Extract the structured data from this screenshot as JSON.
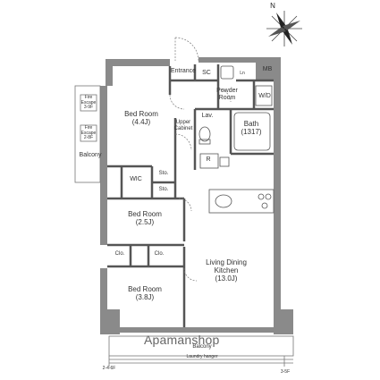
{
  "rooms": {
    "bed_room_1": {
      "name": "Bed Room",
      "size": "(4.4J)"
    },
    "bed_room_2": {
      "name": "Bed Room",
      "size": "(2.5J)"
    },
    "bed_room_3": {
      "name": "Bed Room",
      "size": "(3.8J)"
    },
    "ldk": {
      "name_line1": "Living Dining",
      "name_line2": "Kitchen",
      "size": "(13.0J)"
    },
    "bath": {
      "name": "Bath",
      "size": "(1317)"
    },
    "powder_room": {
      "line1": "Powder",
      "line2": "Room"
    },
    "entrance": "Entrance",
    "sc": "SC",
    "ln": "Ln",
    "mb": "MB",
    "wd": "W/D",
    "lav": "Lav.",
    "upper_cabinet": {
      "line1": "Upper",
      "line2": "Cabinet"
    },
    "refrigerator": "R",
    "wic": "WIC",
    "sto_1": "Sto.",
    "sto_2": "Sto.",
    "clo_1": "Clo.",
    "clo_2": "Clo.",
    "balcony_side": "Balcony",
    "balcony_bottom": "Balcony",
    "laundry_hanger": "Laundry hanger",
    "fire_escape_1": {
      "line1": "Fire",
      "line2": "Escape",
      "line3": "3-9F"
    },
    "fire_escape_2": {
      "line1": "Fire",
      "line2": "Escape",
      "line3": "2-8F"
    }
  },
  "floor_notes": {
    "left": "2-4-6F",
    "right": "3-5F"
  },
  "compass": {
    "label": "N"
  },
  "watermark": "Apamanshop"
}
